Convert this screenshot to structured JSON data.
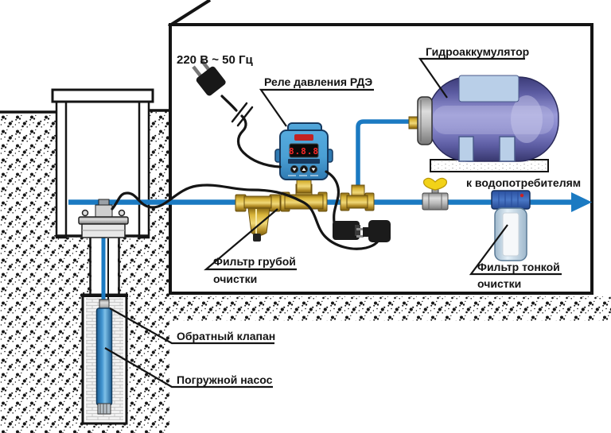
{
  "labels": {
    "power_supply": "220 В ~ 50 Гц",
    "pressure_relay": "Реле давления РДЭ",
    "accumulator": "Гидроаккумулятор",
    "consumers": "к водопотребителям",
    "coarse_filter_line1": "Фильтр грубой",
    "coarse_filter_line2": "очистки",
    "fine_filter_line1": "Фильтр тонкой",
    "fine_filter_line2": "очистки",
    "check_valve": "Обратный клапан",
    "submersible_pump": "Погружной насос"
  },
  "relay": {
    "display": "8.8.8"
  },
  "colors": {
    "pipe": "#1b7ac2",
    "brass": "#d9b53a",
    "relay_body": "#4a9fd4",
    "tank": "#6b6bb4",
    "valve_handle": "#f2d218",
    "cable": "#151515",
    "soil": "#161616"
  }
}
